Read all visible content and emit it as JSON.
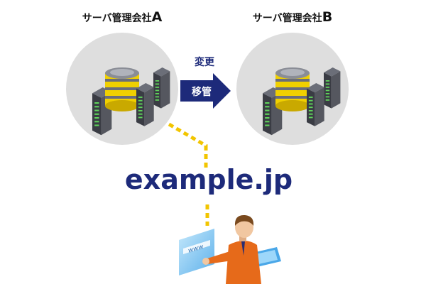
{
  "company_a": {
    "name": "サーバ管理会社",
    "letter": "A"
  },
  "company_b": {
    "name": "サーバ管理会社",
    "letter": "B"
  },
  "transfer": {
    "top_label": "変更",
    "arrow_label": "移管"
  },
  "domain_name": "example.jp",
  "browser_text": "www",
  "colors": {
    "circle": "#dedede",
    "arrow": "#1d2a7a",
    "dashed_line": "#f2c500",
    "server_body": "#4a4d57",
    "server_light": "#5fd35a",
    "disk_gold": "#f0d000",
    "shirt": "#e66a1a"
  }
}
